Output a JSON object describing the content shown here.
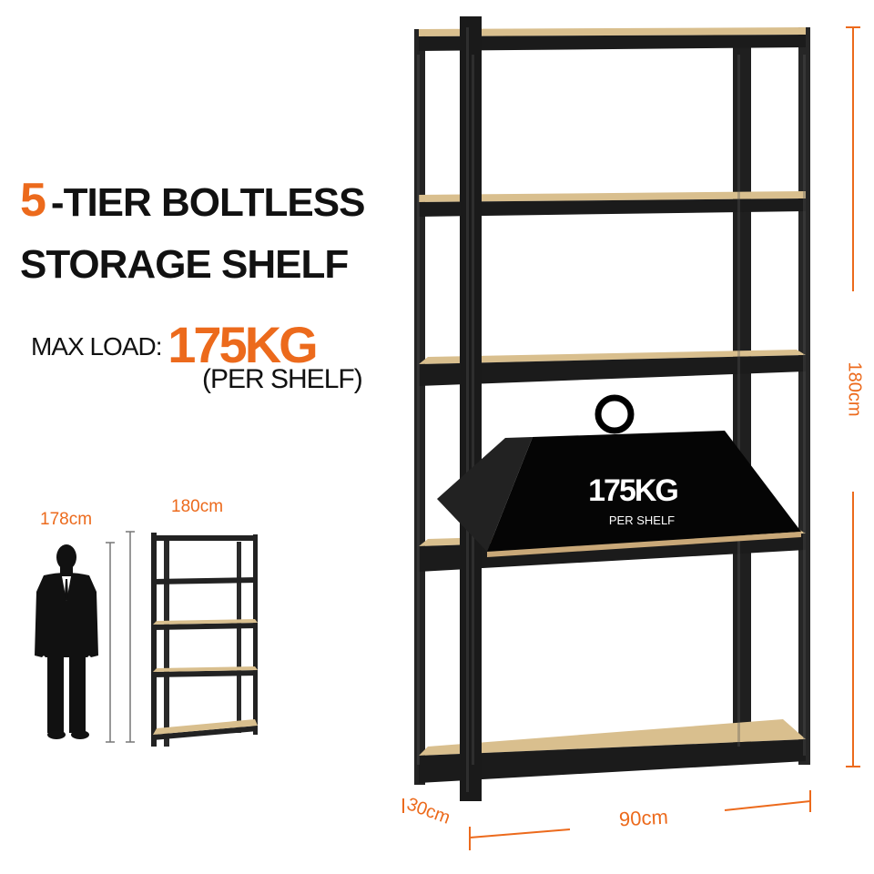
{
  "headline": {
    "tier_number": "5",
    "line1_rest": "-TIER BOLTLESS",
    "line2": "STORAGE SHELF",
    "max_load_label": "MAX LOAD:",
    "max_load_value": "175KG",
    "per_shelf": "(PER SHELF)"
  },
  "comparison": {
    "person_height": "178cm",
    "shelf_height": "180cm"
  },
  "weight_badge": {
    "value": "175KG",
    "caption": "PER SHELF"
  },
  "dimensions": {
    "height": "180cm",
    "width": "90cm",
    "depth": "30cm"
  },
  "colors": {
    "accent": "#ec6a1c",
    "frame": "#1e1e1e",
    "board": "#d9bf8e"
  }
}
